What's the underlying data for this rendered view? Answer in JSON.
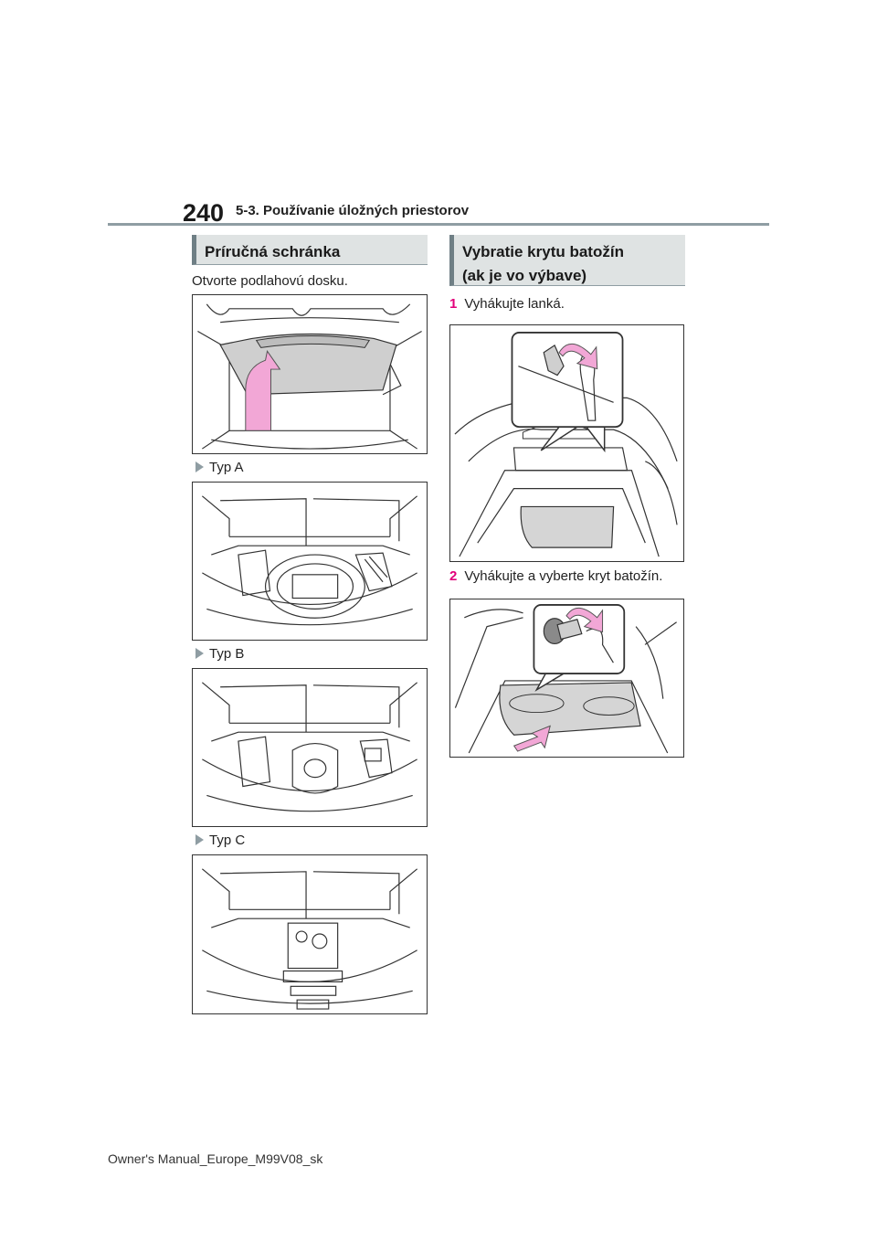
{
  "header": {
    "page_number": "240",
    "section": "5-3. Používanie úložných priestorov"
  },
  "left_section": {
    "title": "Príručná schránka",
    "intro": "Otvorte podlahovú dosku.",
    "types": [
      "Typ A",
      "Typ B",
      "Typ C"
    ]
  },
  "right_section": {
    "title_line1": "Vybratie krytu batožín",
    "title_line2": "(ak je vo výbave)",
    "steps": [
      {
        "num": "1",
        "text": "Vyhákujte lanká."
      },
      {
        "num": "2",
        "text": "Vyhákujte a vyberte kryt batožín."
      }
    ]
  },
  "colors": {
    "accent_arrow": "#f2a7d6",
    "step_number": "#e2007a",
    "rule": "#8f9da3",
    "section_box": "#dfe3e3"
  },
  "footer": {
    "text": "Owner's Manual_Europe_M99V08_sk"
  }
}
